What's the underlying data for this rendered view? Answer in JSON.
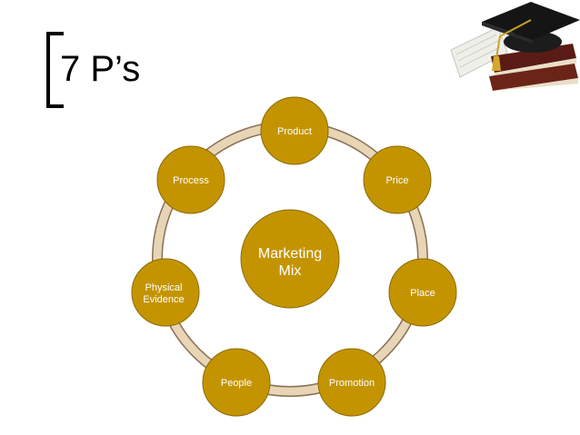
{
  "slide": {
    "title": "7 P’s"
  },
  "diagram": {
    "center_label_line1": "Marketing",
    "center_label_line2": "Mix",
    "nodes": [
      {
        "label": "Product"
      },
      {
        "label": "Price"
      },
      {
        "label": "Place"
      },
      {
        "label": "Promotion"
      },
      {
        "label": "People"
      },
      {
        "label_line1": "Physical",
        "label_line2": "Evidence"
      },
      {
        "label": "Process"
      }
    ],
    "colors": {
      "node_fill": "#c49400",
      "node_stroke": "#8a6a00",
      "ring_fill": "#e7d5b5",
      "ring_stroke": "#8a7055"
    }
  },
  "decoration": {
    "icon": "graduation-cap-and-books-icon"
  }
}
